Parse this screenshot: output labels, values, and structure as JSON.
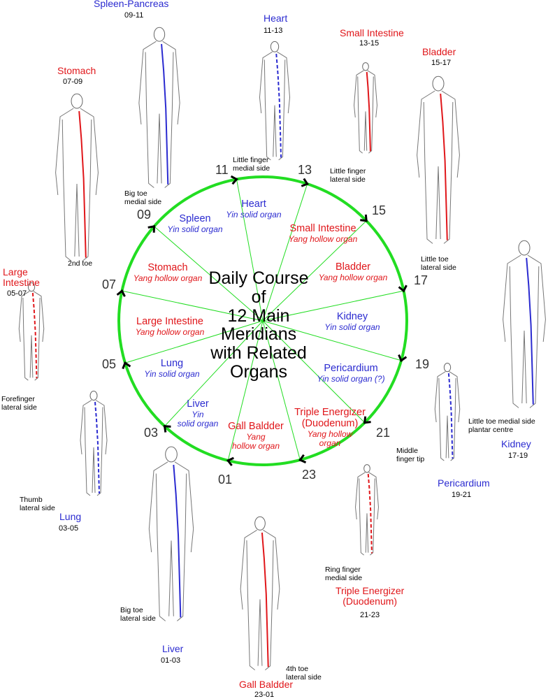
{
  "center_title": [
    "Daily Course",
    "of",
    "12 Main",
    "Meridians",
    "with Related",
    "Organs"
  ],
  "hours": [
    "11",
    "13",
    "15",
    "17",
    "19",
    "21",
    "23",
    "01",
    "03",
    "05",
    "07",
    "09"
  ],
  "segments": [
    {
      "name": "Heart",
      "type": "Yin solid organ",
      "color": "#2b2bd0"
    },
    {
      "name": "Small Intestine",
      "type": "Yang hollow organ",
      "color": "#e0161a"
    },
    {
      "name": "Bladder",
      "type": "Yang hollow organ",
      "color": "#e0161a"
    },
    {
      "name": "Kidney",
      "type": "Yin solid organ",
      "color": "#2b2bd0"
    },
    {
      "name": "Pericardium",
      "type": "Yin solid organ (?)",
      "color": "#2b2bd0"
    },
    {
      "name": "Triple Energizer",
      "name2": "(Duodenum)",
      "type": "Yang hollow",
      "type2": "organ",
      "color": "#e0161a"
    },
    {
      "name": "Gall Baldder",
      "type": "Yang",
      "type2": "hollow organ",
      "color": "#e0161a"
    },
    {
      "name": "Liver",
      "type": "Yin",
      "type2": "solid organ",
      "color": "#2b2bd0"
    },
    {
      "name": "Lung",
      "type": "Yin solid organ",
      "color": "#2b2bd0"
    },
    {
      "name": "Large Intestine",
      "type": "Yang hollow organ",
      "color": "#e0161a"
    },
    {
      "name": "Stomach",
      "type": "Yang hollow organ",
      "color": "#e0161a"
    },
    {
      "name": "Spleen",
      "type": "Yin solid organ",
      "color": "#2b2bd0"
    }
  ],
  "figures": {
    "spleen": {
      "organ": "Spleen-Pancreas",
      "time": "09-11",
      "note": "Big toe\nmedial side"
    },
    "heart": {
      "organ": "Heart",
      "time": "11-13",
      "note": "Little finger\nmedial side"
    },
    "small_intestine": {
      "organ": "Small Intestine",
      "time": "13-15",
      "note": "Little finger\nlateral side"
    },
    "bladder": {
      "organ": "Bladder",
      "time": "15-17",
      "note": "Little toe\nlateral side"
    },
    "stomach": {
      "organ": "Stomach",
      "time": "07-09",
      "note": "2nd toe"
    },
    "large_intestine": {
      "organ": "Large\nIntestine",
      "time": "05-07",
      "note": "Forefinger\nlateral side"
    },
    "kidney": {
      "organ": "Kidney",
      "time": "17-19",
      "note": "Little toe medial side\nplantar centre"
    },
    "pericardium": {
      "organ": "Pericardium",
      "time": "19-21",
      "note": "Middle\nfinger tip"
    },
    "lung": {
      "organ": "Lung",
      "time": "03-05",
      "note": "Thumb\nlateral side"
    },
    "liver": {
      "organ": "Liver",
      "time": "01-03",
      "note": "Big toe\nlateral side"
    },
    "triple_energizer": {
      "organ": "Triple Energizer\n(Duodenum)",
      "time": "21-23",
      "note": "Ring finger\nmedial side"
    },
    "gall_bladder": {
      "organ": "Gall Baldder",
      "time": "23-01",
      "note": "4th toe\nlateral side"
    }
  },
  "colors": {
    "ring": "#22dd22",
    "yang": "#e0161a",
    "yin": "#2b2bd0",
    "arrow": "#000000"
  }
}
